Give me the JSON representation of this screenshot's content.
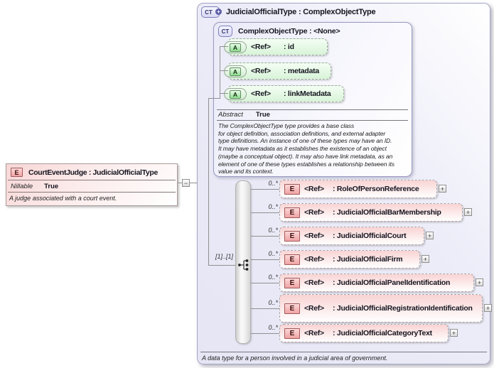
{
  "icons": {
    "expand": "+",
    "collapse": "−",
    "derived": "+"
  },
  "colors": {
    "element_pink": "#f0a3a3",
    "attribute_green": "#8fdc8f",
    "type_lavender": "#d9d9f3"
  },
  "left_entity": {
    "icon": "E",
    "title": "CourtEventJudge : JudicialOfficialType",
    "property_label": "Nillable",
    "property_value": "True",
    "description": "A judge associated with a court event."
  },
  "main_type": {
    "icon": "CT",
    "title": "JudicialOfficialType : ComplexObjectType",
    "footer": "A data type for a person involved in a judicial area of government.",
    "base_type": {
      "icon": "CT",
      "title": "ComplexObjectType : <None>",
      "attributes": [
        {
          "icon": "A",
          "ref": "<Ref>",
          "name": ": id"
        },
        {
          "icon": "A",
          "ref": "<Ref>",
          "name": ": metadata"
        },
        {
          "icon": "A",
          "ref": "<Ref>",
          "name": ": linkMetadata"
        }
      ],
      "property_label": "Abstract",
      "property_value": "True",
      "description": "The ComplexObjectType type provides a base class\nfor object definition, association definitions, and external adapter\ntype definitions. An instance of one of these types may have an ID.\nIt may have metadata as it establishes the existence of an object\n(maybe a conceptual object). It may also have link metadata, as an\nelement of one of these types establishes a relationship between its\nvalue and its context."
    },
    "sequence": {
      "cardinality": "[1]..[1]",
      "elements": [
        {
          "icon": "E",
          "cardinality": "0..*",
          "ref": "<Ref>",
          "name": ": RoleOfPersonReference"
        },
        {
          "icon": "E",
          "cardinality": "0..*",
          "ref": "<Ref>",
          "name": ": JudicialOfficialBarMembership"
        },
        {
          "icon": "E",
          "cardinality": "0..*",
          "ref": "<Ref>",
          "name": ": JudicialOfficialCourt"
        },
        {
          "icon": "E",
          "cardinality": "0..*",
          "ref": "<Ref>",
          "name": ": JudicialOfficialFirm"
        },
        {
          "icon": "E",
          "cardinality": "0..*",
          "ref": "<Ref>",
          "name": ": JudicialOfficialPanelIdentification"
        },
        {
          "icon": "E",
          "cardinality": "0..*",
          "ref": "<Ref>",
          "name": ": JudicialOfficialRegistrationIdentification"
        },
        {
          "icon": "E",
          "cardinality": "0..*",
          "ref": "<Ref>",
          "name": ": JudicialOfficialCategoryText"
        }
      ]
    }
  }
}
